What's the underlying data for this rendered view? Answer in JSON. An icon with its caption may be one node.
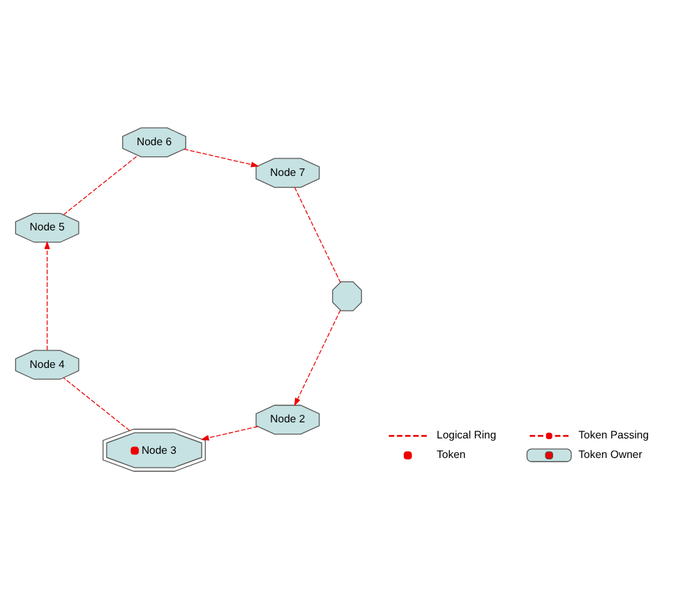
{
  "diagram": {
    "nodes": [
      {
        "text": [
          "Node 2"
        ]
      },
      {
        "text": [
          "Node 3"
        ]
      },
      {
        "text": [],
        "shape": "octagon"
      },
      {
        "text": [
          "Node 4"
        ]
      },
      {
        "text": [
          "Node 5"
        ]
      },
      {
        "text": [
          "Node 7"
        ]
      },
      {
        "text": [
          "Node 6"
        ]
      }
    ],
    "edges": [
      {
        "from": 0,
        "to": 1,
        "arrow": "to"
      },
      {
        "from": 1,
        "to": 3,
        "arrow": "none"
      },
      {
        "from": 3,
        "to": 4,
        "arrow": "to"
      },
      {
        "from": 4,
        "to": 6,
        "arrow": "none"
      },
      {
        "from": 6,
        "to": 5,
        "arrow": "to"
      },
      {
        "from": 5,
        "to": 2,
        "arrow": "none"
      },
      {
        "from": 2,
        "to": 0,
        "arrow": "to"
      }
    ],
    "legend": [
      {
        "text": "Logical Ring"
      },
      {
        "text": "Token Passing"
      },
      {
        "text": "Token"
      },
      {
        "text": "Token Owner"
      }
    ]
  }
}
